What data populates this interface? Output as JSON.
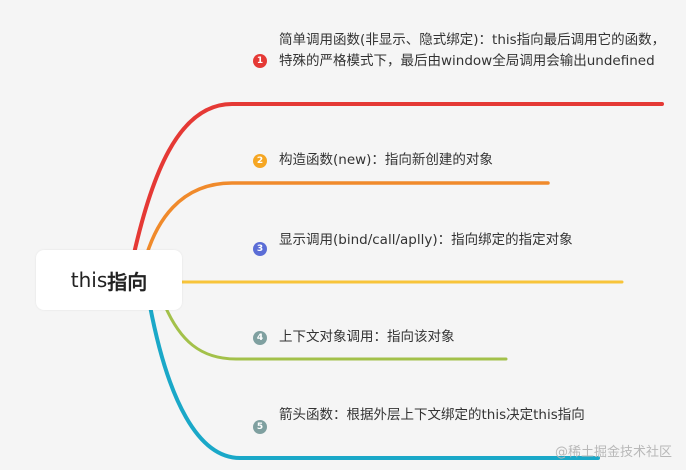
{
  "root": {
    "label_light": "this",
    "label_bold": "指向"
  },
  "branches": [
    {
      "number": "1",
      "color": "#e53935",
      "text": "简单调用函数(非显示、隐式绑定)：this指向最后调用它的函数，特殊的严格模式下，最后由window全局调用会输出undefined"
    },
    {
      "number": "2",
      "color": "#f5a623",
      "line_color": "#f08a2b",
      "text": "构造函数(new)：指向新创建的对象"
    },
    {
      "number": "3",
      "color": "#5b6dd6",
      "line_color": "#f7c43a",
      "text": "显示调用(bind/call/aplly)：指向绑定的指定对象"
    },
    {
      "number": "4",
      "color": "#7fa0a0",
      "line_color": "#a3c14a",
      "text": "上下文对象调用：指向该对象"
    },
    {
      "number": "5",
      "color": "#7fa0a0",
      "line_color": "#1aa8c8",
      "text": "箭头函数：根据外层上下文绑定的this决定this指向"
    }
  ],
  "watermark": "@稀土掘金技术社区"
}
